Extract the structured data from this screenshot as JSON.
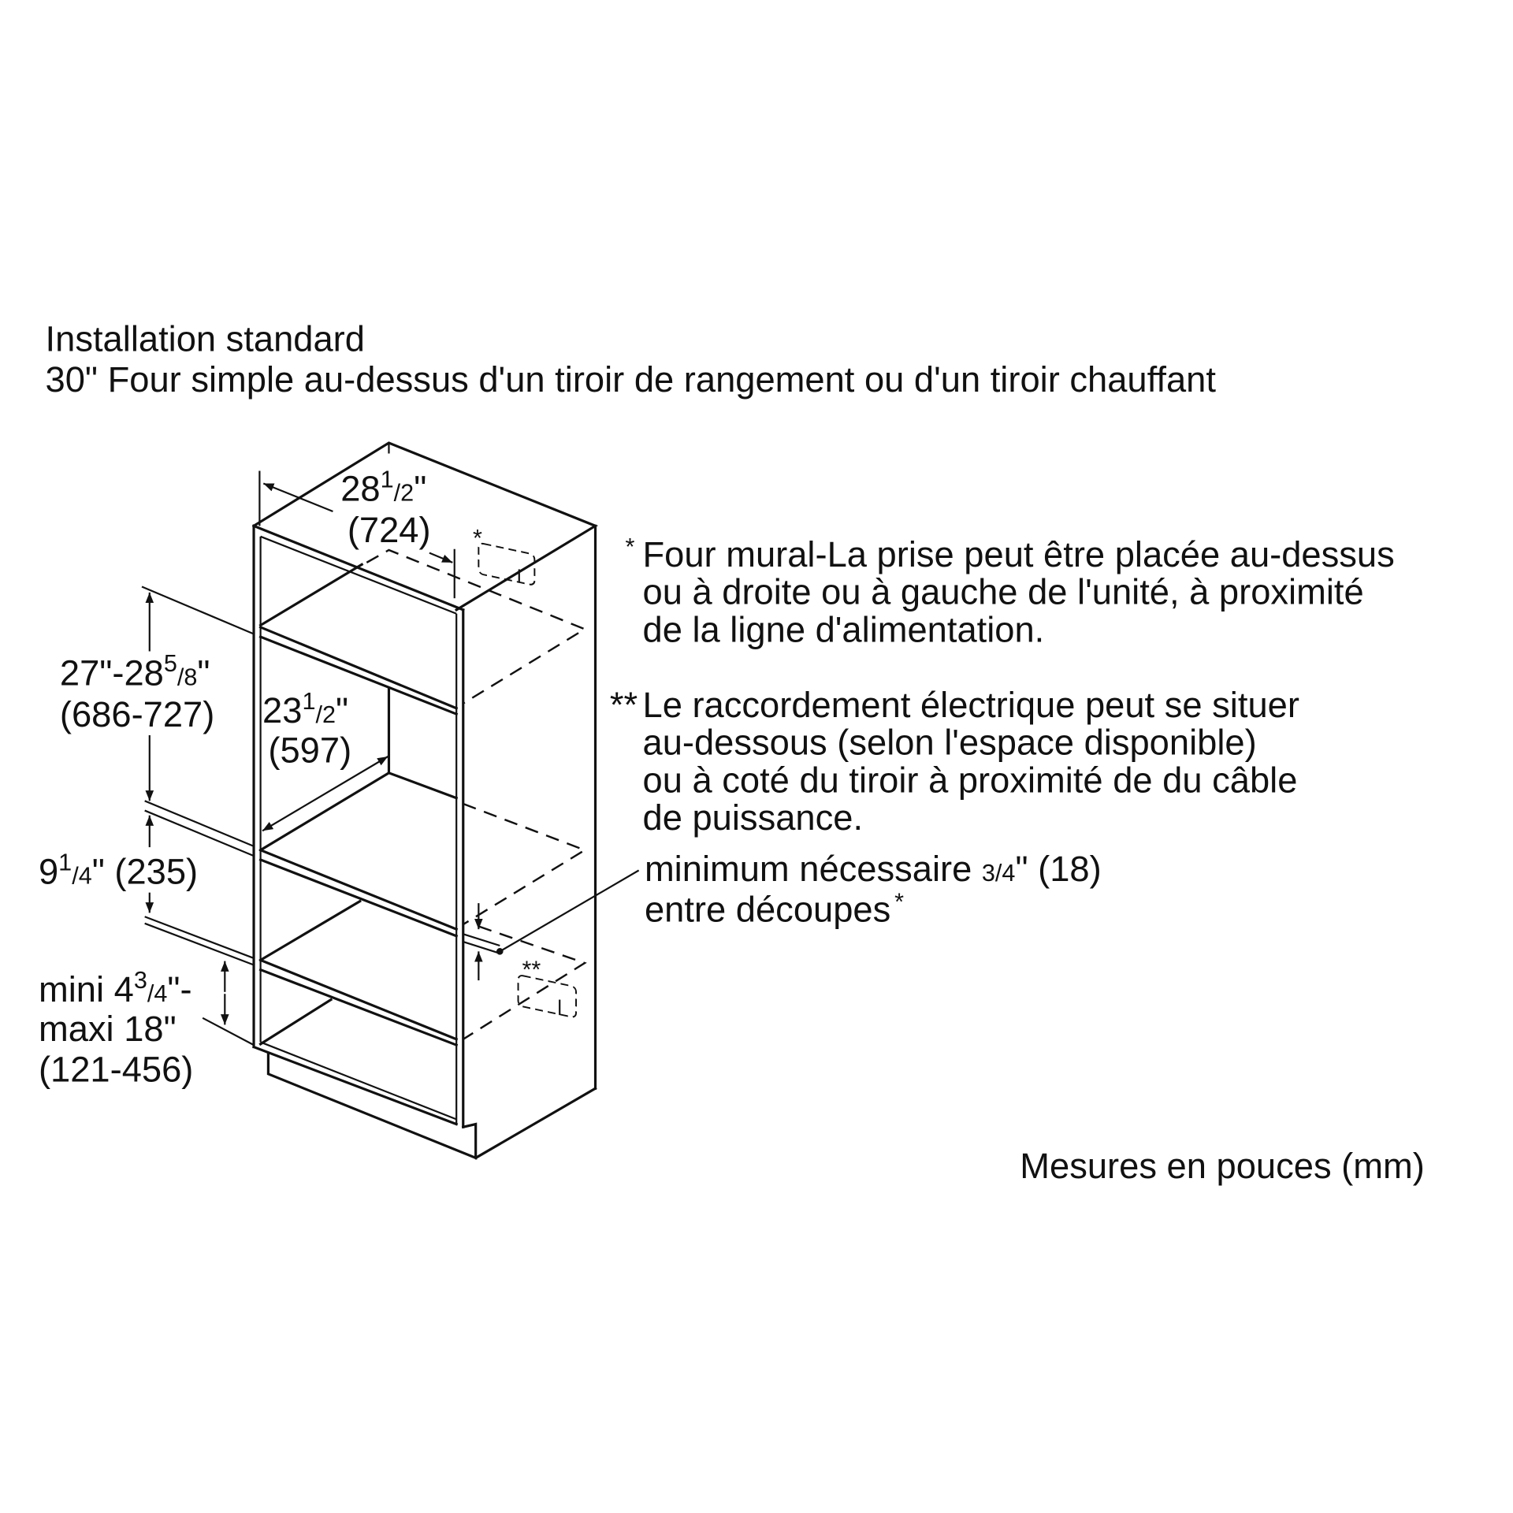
{
  "title": {
    "line1": "Installation standard",
    "line2": "30\" Four simple au-dessus d'un tiroir de rangement ou d'un tiroir chauffant"
  },
  "dimensions": {
    "width": {
      "whole": "28",
      "num": "1",
      "den": "/2",
      "unit": "\"",
      "mm": "(724)"
    },
    "depth": {
      "whole": "23",
      "num": "1",
      "den": "/2",
      "unit": "\"",
      "mm": "(597)"
    },
    "oven_height": {
      "prefix": "27\"-28",
      "num": "5",
      "den": "/8",
      "unit": "\"",
      "mm": "(686-727)"
    },
    "drawer_height": {
      "whole": "9",
      "num": "1",
      "den": "/4",
      "unit": "\" (235)"
    },
    "base_height": {
      "prefix": "mini 4",
      "num": "3",
      "den": "/4",
      "unit": "\"-",
      "line2": "maxi 18\"",
      "mm": "(121-456)"
    }
  },
  "markers": {
    "single": "*",
    "double": "**"
  },
  "notes": {
    "note1": {
      "marker": "*",
      "lines": [
        "Four mural-La prise peut être placée au-dessus",
        "ou à droite ou à gauche de l'unité, à proximité",
        "de la ligne d'alimentation."
      ]
    },
    "note2": {
      "marker": "**",
      "lines": [
        "Le raccordement électrique peut se situer",
        "au-dessous (selon l'espace disponible)",
        "ou à coté du tiroir à proximité de du câble",
        "de puissance."
      ]
    },
    "gap": {
      "line1_a": "minimum nécessaire ",
      "line1_frac": "3/4",
      "line1_b": "\" (18)",
      "line2": "entre découpes",
      "marker": "*"
    }
  },
  "units_note": "Mesures en pouces (mm)"
}
